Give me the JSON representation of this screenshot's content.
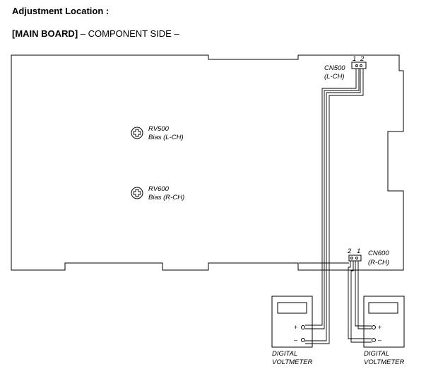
{
  "title": "Adjustment Location :",
  "subtitle": {
    "board": "[MAIN BOARD]",
    "side": "– COMPONENT SIDE –"
  },
  "components": {
    "rv500": {
      "name": "RV500",
      "desc": "Bias (L-CH)"
    },
    "rv600": {
      "name": "RV600",
      "desc": "Bias (R-CH)"
    }
  },
  "connectors": {
    "cn500": {
      "name": "CN500",
      "channel": "(L-CH)",
      "pin1": "1",
      "pin2": "2"
    },
    "cn600": {
      "name": "CN600",
      "channel": "(R-CH)",
      "pin1": "1",
      "pin2": "2"
    }
  },
  "voltmeters": {
    "left": {
      "line1": "DIGITAL",
      "line2": "VOLTMETER",
      "plus": "+",
      "minus": "–"
    },
    "right": {
      "line1": "DIGITAL",
      "line2": "VOLTMETER",
      "plus": "+",
      "minus": "–"
    }
  }
}
